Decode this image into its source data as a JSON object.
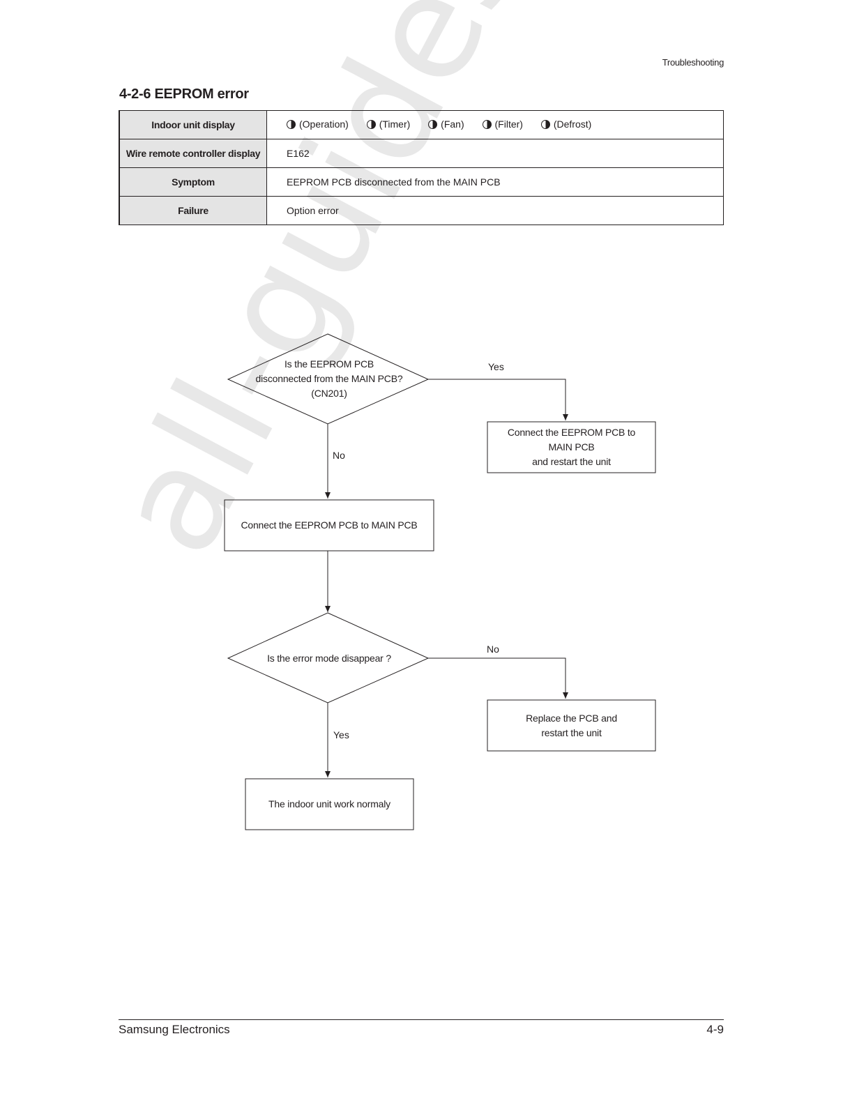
{
  "header": {
    "section": "Troubleshooting"
  },
  "title": "4-2-6 EEPROM error",
  "table": {
    "rows": [
      {
        "label": "Indoor unit display",
        "indicators": [
          "(Operation)",
          "(Timer)",
          "(Fan)",
          "(Filter)",
          "(Defrost)"
        ]
      },
      {
        "label": "Wire remote controller display",
        "value": "E162"
      },
      {
        "label": "Symptom",
        "value": "EEPROM PCB disconnected from the MAIN PCB"
      },
      {
        "label": "Failure",
        "value": "Option error"
      }
    ]
  },
  "flowchart": {
    "q1": "Is the EEPROM PCB\ndisconnected from the MAIN PCB?\n(CN201)",
    "q1_yes": "Yes",
    "q1_no": "No",
    "box_yes1": "Connect the EEPROM PCB to\nMAIN PCB\nand restart the unit",
    "box_main": "Connect the EEPROM PCB to MAIN PCB",
    "q2": "Is the error mode disappear ?",
    "q2_no": "No",
    "q2_yes": "Yes",
    "box_replace": "Replace the PCB and\nrestart the unit",
    "box_normal": "The indoor unit work normaly"
  },
  "watermark": "all-guides.com",
  "footer": {
    "company": "Samsung Electronics",
    "page": "4-9"
  }
}
